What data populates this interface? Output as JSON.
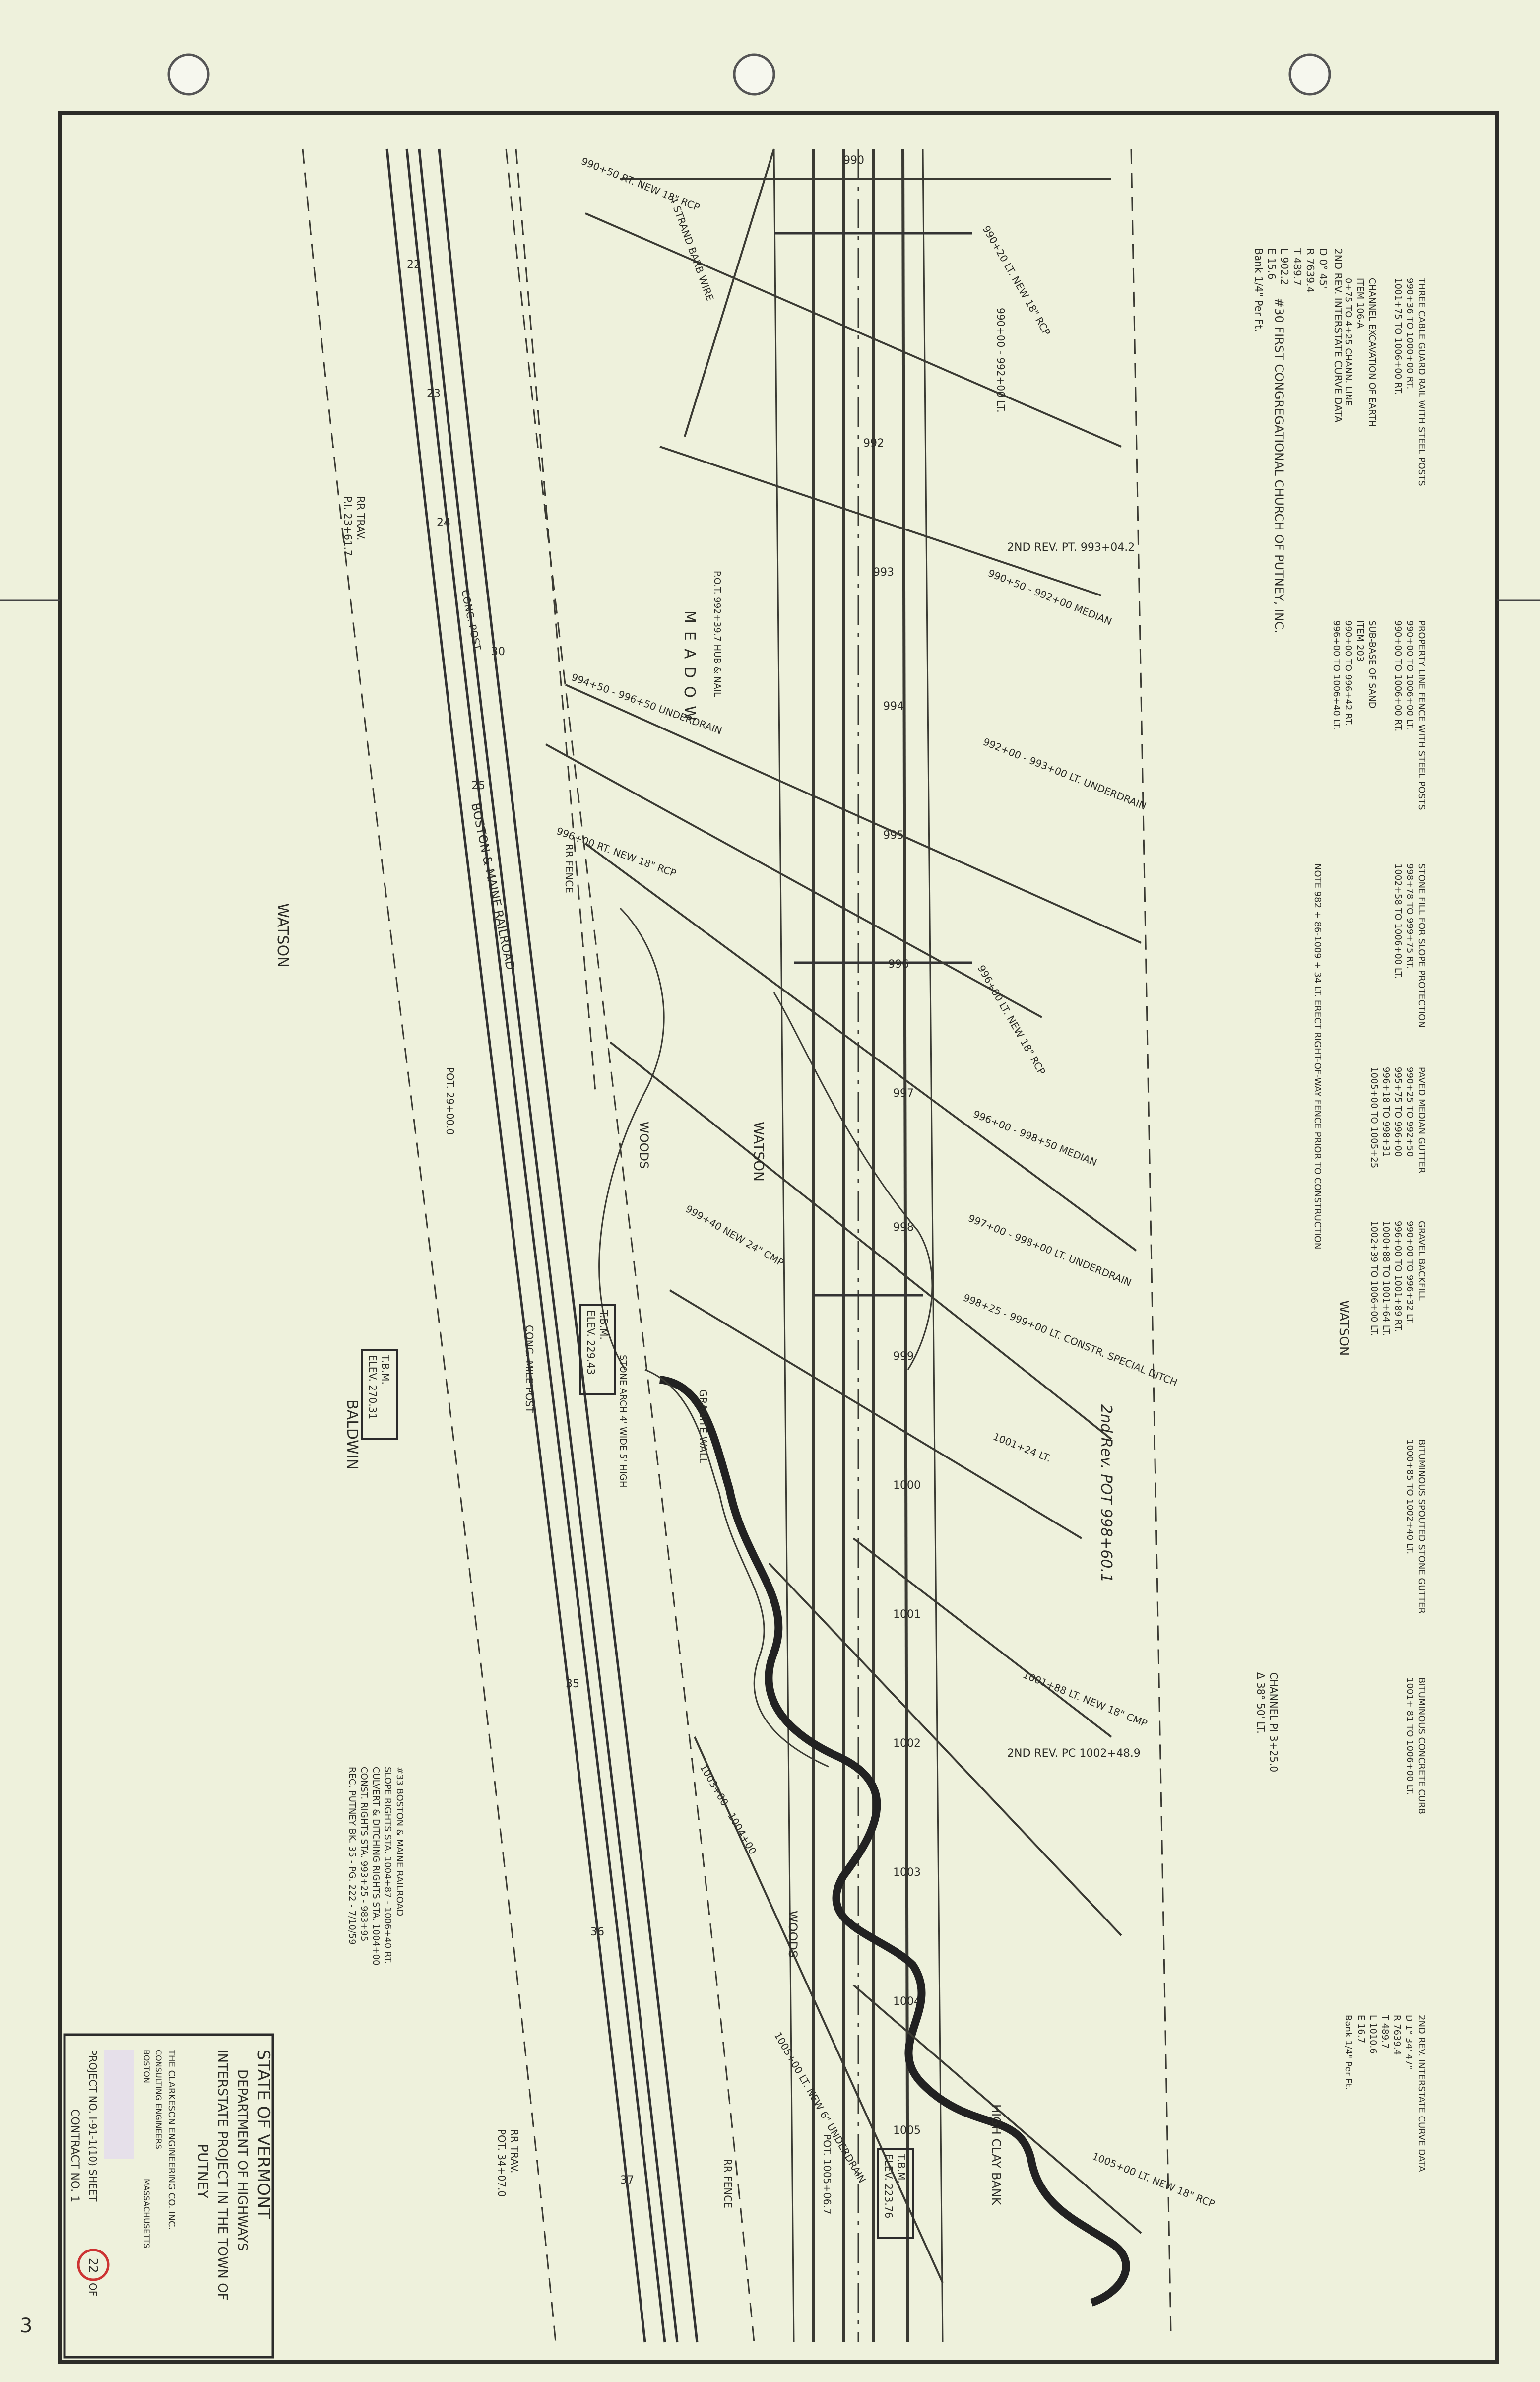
{
  "title_block": {
    "state": "STATE OF VERMONT",
    "department": "DEPARTMENT OF HIGHWAYS",
    "project_line": "INTERSTATE PROJECT IN THE TOWN OF",
    "town": "PUTNEY",
    "engineer": "THE CLARKESON ENGINEERING CO. INC.",
    "engineer_role": "CONSULTING ENGINEERS",
    "engineer_city": "BOSTON",
    "engineer_state": "MASSACHUSETTS",
    "project_no": "PROJECT NO. I-91-1(10) SHEET",
    "sheet_no": "22",
    "sheet_of": "OF",
    "contract": "CONTRACT NO. 1"
  },
  "notes": {
    "curve_data_1_title": "2ND REV. INTERSTATE CURVE DATA",
    "curve_data_1_lines": [
      "D 0° 45'",
      "R 7639.4",
      "T 489.7",
      "L 902.2",
      "E 15.6"
    ],
    "bank_note_1": "Bank 1/4\" Per Ft.",
    "church_note": "#30 FIRST CONGREGATIONAL CHURCH OF PUTNEY, INC.",
    "guard_rail": "THREE CABLE GUARD RAIL WITH STEEL POSTS",
    "guard_rail_lines": [
      "990+36 TO 1000+00 RT.",
      "1001+75 TO 1006+00 RT."
    ],
    "channel_excavation": "CHANNEL EXCAVATION OF EARTH",
    "channel_item": "ITEM 106-A",
    "channel_range": "0+75 TO 4+25 CHANN. LINE",
    "fence": "PROPERTY LINE FENCE WITH STEEL POSTS",
    "fence_lines": [
      "990+00 TO 1006+00 LT.",
      "990+00 TO 1006+00 RT."
    ],
    "subbase": "SUB-BASE OF SAND",
    "subbase_item": "ITEM 203",
    "subbase_lines": [
      "990+00 TO 996+42 RT.",
      "996+00 TO 1006+40 LT."
    ],
    "stone_fill": "STONE FILL FOR SLOPE PROTECTION",
    "stone_fill_lines": [
      "998+78 TO 999+75 RT.",
      "1002+58 TO 1006+00 LT."
    ],
    "row_note": "NOTE 982 + 86-1009 + 34 LT. ERECT RIGHT-OF-WAY FENCE PRIOR TO CONSTRUCTION",
    "paved_median": "PAVED MEDIAN GUTTER",
    "paved_median_lines": [
      "990+25 TO 992+50",
      "995+75 TO 996+00",
      "996+18 TO 998+31",
      "1005+00 TO 1005+25"
    ],
    "gravel_backfill": "GRAVEL BACKFILL",
    "gravel_lines": [
      "990+00 TO 996+32 LT.",
      "996+00 TO 1001+89 RT.",
      "1000+88 TO 1001+64 LT.",
      "1002+39 TO 1006+00 LT."
    ],
    "bituminous_gutter": "BITUMINOUS SPOUTED STONE GUTTER",
    "bituminous_gutter_lines": [
      "1000+85 TO 1002+40 LT."
    ],
    "bituminous_curb": "BITUMINOUS CONCRETE CURB",
    "bituminous_curb_lines": [
      "1001+ 81 TO 1006+00 LT."
    ],
    "channel_pi": "CHANNEL PI 3+25.0",
    "channel_delta": "Δ 38° 50' LT.",
    "curve_data_2_title": "2ND REV. INTERSTATE CURVE DATA",
    "curve_data_2_lines": [
      "D 1° 34' 47\"",
      "R 7639.4",
      "T 489.7",
      "L 1010.6",
      "E 16.7"
    ],
    "bank_note_2": "Bank 1/4\" Per Ft.",
    "rr_note": "#33 BOSTON & MAINE RAILROAD",
    "rr_note_lines": [
      "SLOPE RIGHTS STA. 1004+87 - 1006+40 RT.",
      "CULVERT & DITCHING RIGHTS STA. 1004+00",
      "CONST. RIGHTS STA. 993+25 - 983+95",
      "REC. PUTNEY BK. 35 - PG. 222 - 7/10/59"
    ]
  },
  "owners": {
    "watson_1": "WATSON",
    "watson_2": "WATSON",
    "watson_3": "WATSON",
    "baldwin": "BALDWIN",
    "meadow": "MEADOW",
    "woods_1": "WOODS",
    "woods_2": "WOODS",
    "high_clay_bank": "HIGH CLAY BANK"
  },
  "features": {
    "railroad": "BOSTON & MAINE RAILROAD",
    "stone_wall": "GRANITE WALL",
    "stone_arch": "STONE ARCH 4' WIDE 5' HIGH",
    "conc_mile_post": "CONC. MILE POST",
    "conc_post": "CONC. POST",
    "rr_fence": "RR FENCE",
    "barbed_wire": "4 STRAND BARB WIRE",
    "rr_trav_1": "RR TRAV.",
    "rr_trav_1_station": "P.I. 23+61.7",
    "rr_trav_2": "RR TRAV.",
    "rr_trav_2_station": "POT. 34+07.0",
    "pot_1": "POT. 29+00.0",
    "pot_2": "POT. 1005+06.7",
    "tbm_1": "T.B.M.",
    "tbm_1_elev": "ELEV. 270.31",
    "tbm_2": "T.B.M.",
    "tbm_2_elev": "ELEV. 229.43",
    "tbm_3": "T.B.M.",
    "tbm_3_elev": "ELEV. 223.76",
    "hub_note": "P.O.T. 992+39.7 HUB & NAIL"
  },
  "stations": {
    "s990": "990",
    "s992": "992",
    "s993": "993",
    "s994": "994",
    "s995": "995",
    "s996": "996",
    "s997": "997",
    "s998": "998",
    "s999": "999",
    "s1000": "1000",
    "s1001": "1001",
    "s1002": "1002",
    "s1003": "1003",
    "s1004": "1004",
    "s1005": "1005",
    "rr22": "22",
    "rr23": "23",
    "rr24": "24",
    "rr25": "25",
    "rr30": "30",
    "rr35": "35",
    "rr36": "36",
    "rr37": "37",
    "rev_pt": "2ND REV. PT. 993+04.2",
    "rev_pc": "2ND REV. PC 1002+48.9",
    "pot_998": "2nd Rev. POT 998+60.1"
  },
  "drainage": {
    "d1": "990+50 RT. NEW 18\" RCP",
    "d2": "990+00 - 992+00 LT.",
    "d3": "990+20 LT. NEW 18\" RCP",
    "d4": "990+50 - 992+00 MEDIAN",
    "d5": "994+50 - 996+50 UNDERDRAIN",
    "d6": "992+00 - 993+00 LT. UNDERDRAIN",
    "d7": "996+00 RT. NEW 18\" RCP",
    "d8": "996+00 LT. NEW 18\" RCP",
    "d9": "996+00 - 998+50 MEDIAN",
    "d10": "997+00 - 998+00 LT. UNDERDRAIN",
    "d11": "999+40 NEW 24\" CMP",
    "d12": "998+25 - 999+00 LT. CONSTR. SPECIAL DITCH",
    "d13": "1001+88 LT. NEW 18\" CMP",
    "d14": "1001+24 LT.",
    "d15": "1003+00 - 1004+00",
    "d16": "1005+00 LT. NEW 18\" RCP",
    "d17": "1005+00 LT. NEW 6\" UNDERDRAIN"
  },
  "edge_mark": "3"
}
